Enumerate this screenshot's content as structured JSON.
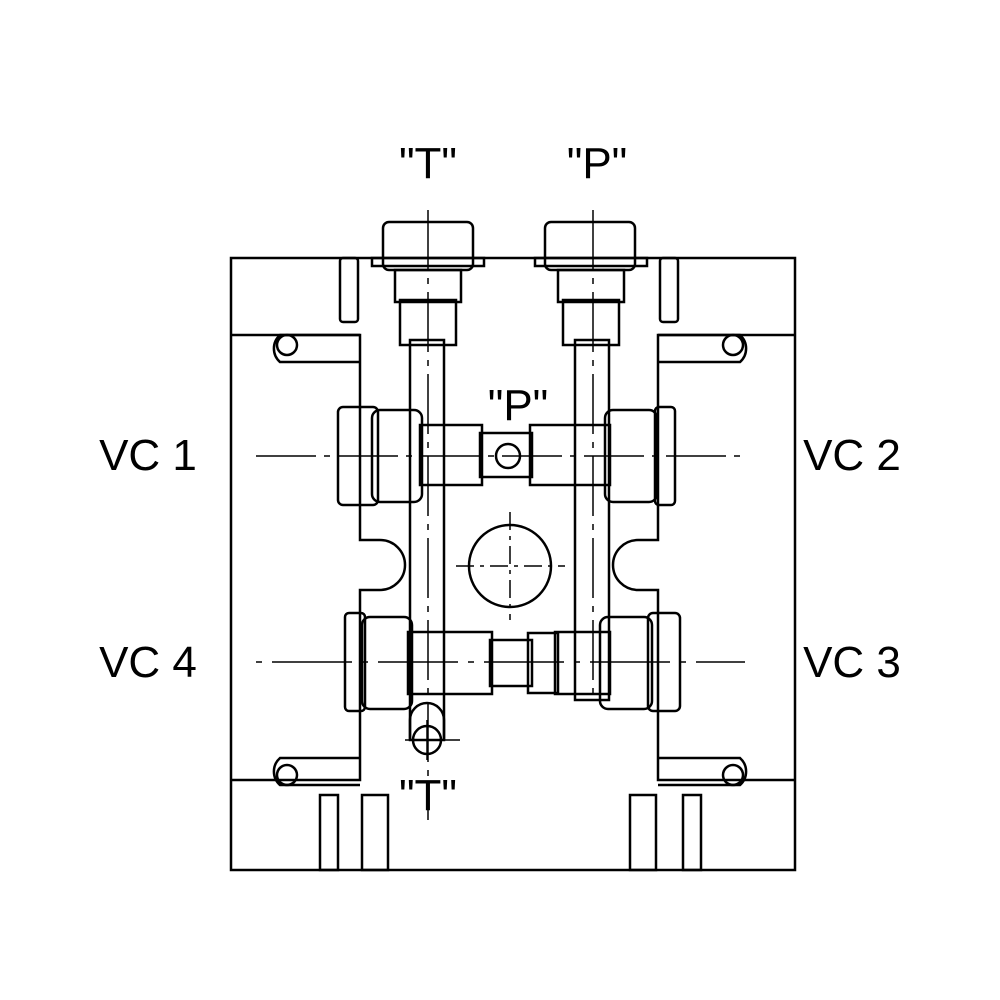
{
  "labels": {
    "top_t": "\"T\"",
    "top_p": "\"P\"",
    "mid_p": "\"P\"",
    "bottom_t": "\"T\"",
    "vc1": "VC 1",
    "vc2": "VC 2",
    "vc3": "VC 3",
    "vc4": "VC 4"
  },
  "colors": {
    "block": "#d2d2d2",
    "plug_red": "#d0161c",
    "cap_yellow": "#e9e98a",
    "outline": "#000000"
  }
}
